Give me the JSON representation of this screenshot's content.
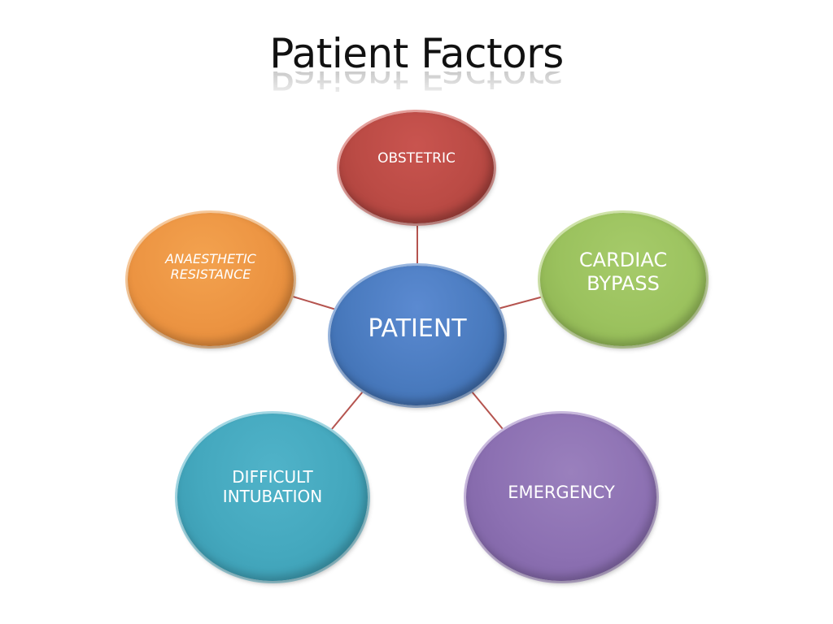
{
  "slide": {
    "title": "Patient Factors"
  },
  "diagram": {
    "center": {
      "label": "PATIENT",
      "color": "#4a7bbf"
    },
    "nodes": [
      {
        "id": "obstetric",
        "label": "OBSTETRIC",
        "color": "#bb4b45"
      },
      {
        "id": "cardiac",
        "label": "CARDIAC\nBYPASS",
        "color": "#9bc25e"
      },
      {
        "id": "emergency",
        "label": "EMERGENCY",
        "color": "#8c70b2"
      },
      {
        "id": "difficult",
        "label": "DIFFICULT\nINTUBATION",
        "color": "#44a8be"
      },
      {
        "id": "anaesthetic",
        "label": "ANAESTHETIC\nRESISTANCE",
        "color": "#ec9442"
      }
    ],
    "connector_color": "#b5544f"
  }
}
